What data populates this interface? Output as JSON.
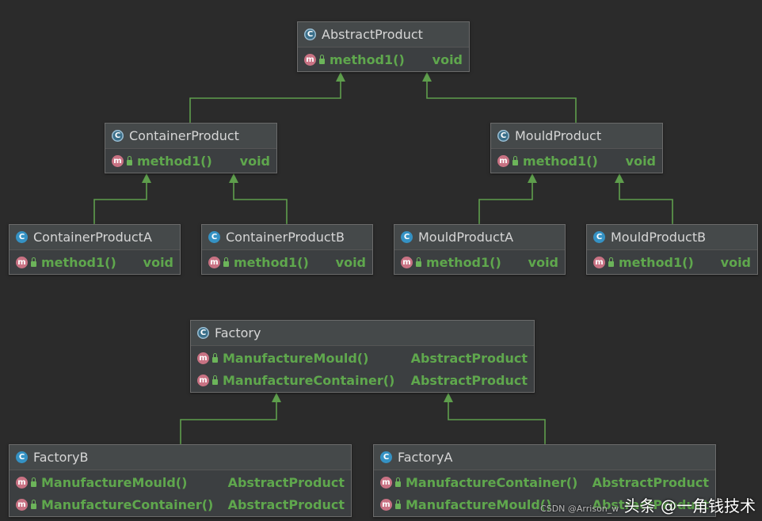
{
  "classes": {
    "abstract_product": {
      "name": "AbstractProduct",
      "methods": [
        {
          "name": "method1()",
          "type": "void"
        }
      ]
    },
    "container_product": {
      "name": "ContainerProduct",
      "methods": [
        {
          "name": "method1()",
          "type": "void"
        }
      ]
    },
    "mould_product": {
      "name": "MouldProduct",
      "methods": [
        {
          "name": "method1()",
          "type": "void"
        }
      ]
    },
    "container_product_a": {
      "name": "ContainerProductA",
      "methods": [
        {
          "name": "method1()",
          "type": "void"
        }
      ]
    },
    "container_product_b": {
      "name": "ContainerProductB",
      "methods": [
        {
          "name": "method1()",
          "type": "void"
        }
      ]
    },
    "mould_product_a": {
      "name": "MouldProductA",
      "methods": [
        {
          "name": "method1()",
          "type": "void"
        }
      ]
    },
    "mould_product_b": {
      "name": "MouldProductB",
      "methods": [
        {
          "name": "method1()",
          "type": "void"
        }
      ]
    },
    "factory": {
      "name": "Factory",
      "methods": [
        {
          "name": "ManufactureMould()",
          "type": "AbstractProduct"
        },
        {
          "name": "ManufactureContainer()",
          "type": "AbstractProduct"
        }
      ]
    },
    "factory_b": {
      "name": "FactoryB",
      "methods": [
        {
          "name": "ManufactureMould()",
          "type": "AbstractProduct"
        },
        {
          "name": "ManufactureContainer()",
          "type": "AbstractProduct"
        }
      ]
    },
    "factory_a": {
      "name": "FactoryA",
      "methods": [
        {
          "name": "ManufactureContainer()",
          "type": "AbstractProduct"
        },
        {
          "name": "ManufactureMould()",
          "type": "AbstractProduct"
        }
      ]
    }
  },
  "icons": {
    "class_letter": "C",
    "method_letter": "m"
  },
  "colors": {
    "background": "#2b2b2b",
    "method_text": "#5fa74d",
    "edge": "#5e9e4c",
    "class_icon": "#3592c4",
    "method_icon": "#c87283"
  },
  "watermark": {
    "main": "头条 @一角钱技术",
    "small": "CSDN @Arrison_w"
  }
}
